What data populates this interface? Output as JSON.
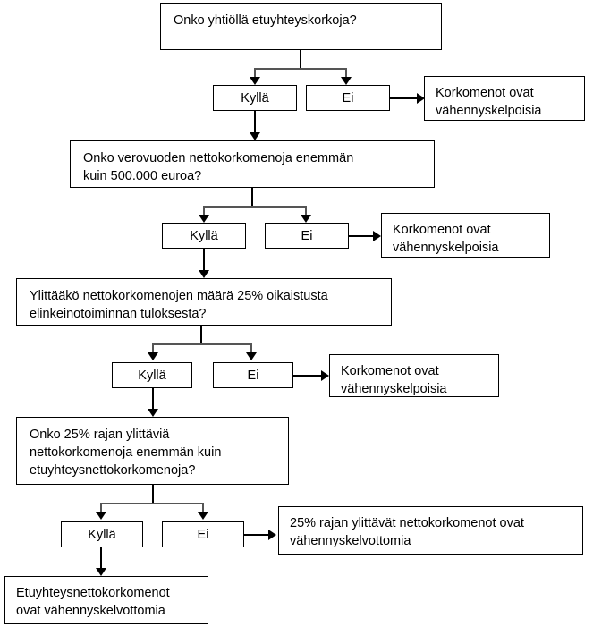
{
  "diagram": {
    "title": "Korkovähennysrajoitus-vuokaavio",
    "colors": {
      "line": "#000000",
      "branch_line": "#555555",
      "box_border": "#000000",
      "background": "#ffffff",
      "text": "#000000"
    },
    "nodes": [
      {
        "id": "q1",
        "kind": "decision",
        "text": "Onko yhtiöllä etuyhteyskorkoja?"
      },
      {
        "id": "q1-yes",
        "kind": "branch-yes",
        "text": "Kyllä"
      },
      {
        "id": "q1-no",
        "kind": "branch-no",
        "text": "Ei"
      },
      {
        "id": "q1-outcome",
        "kind": "outcome",
        "text": "Korkomenot ovat\nvähennyskelpoisia"
      },
      {
        "id": "q2",
        "kind": "decision",
        "text": "Onko verovuoden  nettokorkomenoja  enemmän\nkuin 500.000 euroa?"
      },
      {
        "id": "q2-yes",
        "kind": "branch-yes",
        "text": "Kyllä"
      },
      {
        "id": "q2-no",
        "kind": "branch-no",
        "text": "Ei"
      },
      {
        "id": "q2-outcome",
        "kind": "outcome",
        "text": "Korkomenot ovat\nvähennyskelpoisia"
      },
      {
        "id": "q3",
        "kind": "decision",
        "text": "Ylittääkö  nettokorkomenojen  määrä 25% oikaistusta\nelinkeinotoiminnan  tuloksesta?"
      },
      {
        "id": "q3-yes",
        "kind": "branch-yes",
        "text": "Kyllä"
      },
      {
        "id": "q3-no",
        "kind": "branch-no",
        "text": "Ei"
      },
      {
        "id": "q3-outcome",
        "kind": "outcome",
        "text": "Korkomenot ovat\nvähennyskelpoisia"
      },
      {
        "id": "q4",
        "kind": "decision",
        "text": "Onko 25% rajan ylittäviä\nnettokorkomenoja  enemmän  kuin\netuyhteysnettokorkomenoja?"
      },
      {
        "id": "q4-yes",
        "kind": "branch-yes",
        "text": "Kyllä"
      },
      {
        "id": "q4-no",
        "kind": "branch-no",
        "text": "Ei"
      },
      {
        "id": "q4-outcome",
        "kind": "outcome",
        "text": "25% rajan ylittävät  nettokorkomenot  ovat\nvähennyskelvottomia"
      },
      {
        "id": "final",
        "kind": "terminal",
        "text": "Etuyhteysnettokorkomenot\novat  vähennyskelvottomia"
      }
    ]
  }
}
